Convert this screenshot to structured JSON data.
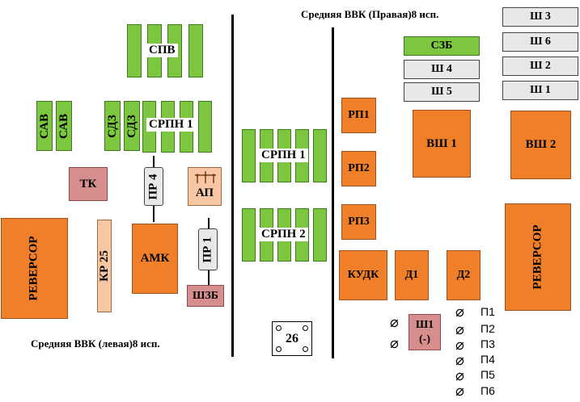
{
  "titles": {
    "right": "Средняя ВВК (Правая)8 исп.",
    "left": "Средняя ВВК (левая)8 исп."
  },
  "blocks": {
    "spv": "СПВ",
    "sav1": "САВ",
    "sav2": "САВ",
    "sdz1": "СДЗ",
    "sdz2": "СДЗ",
    "srpn_left": "СРПН 1",
    "tk": "ТК",
    "pr4": "ПР 4",
    "ap": "АП",
    "reversor_left": "РЕВЕРСОР",
    "kr25": "КР 25",
    "amk": "АМК",
    "pr1": "ПР 1",
    "shzb": "ШЗБ",
    "srpn_mid1": "СРПН  1",
    "srpn_mid2": "СРПН  2",
    "num26": "26",
    "szb": "СЗБ",
    "sh4": "Ш 4",
    "sh5": "Ш 5",
    "sh3": "Ш 3",
    "sh6": "Ш 6",
    "sh2": "Ш 2",
    "sh1": "Ш 1",
    "rp1": "РП1",
    "rp2": "РП2",
    "rp3": "РП3",
    "vsh1": "ВШ 1",
    "vsh2": "ВШ 2",
    "reversor_right": "РЕВЕРСОР",
    "kudk": "КУДК",
    "d1": "Д1",
    "d2": "Д2",
    "sh1_minus_line1": "Ш1",
    "sh1_minus_line2": "(-)"
  },
  "terminals": [
    "П1",
    "П2",
    "П3",
    "П4",
    "П5",
    "П6"
  ],
  "terminal_symbol": "⌀",
  "colors": {
    "orange": "#f07f2a",
    "green": "#7cc73f",
    "pink": "#d88e8e",
    "light_orange": "#f7c7a3",
    "grey": "#e8e8e8"
  }
}
